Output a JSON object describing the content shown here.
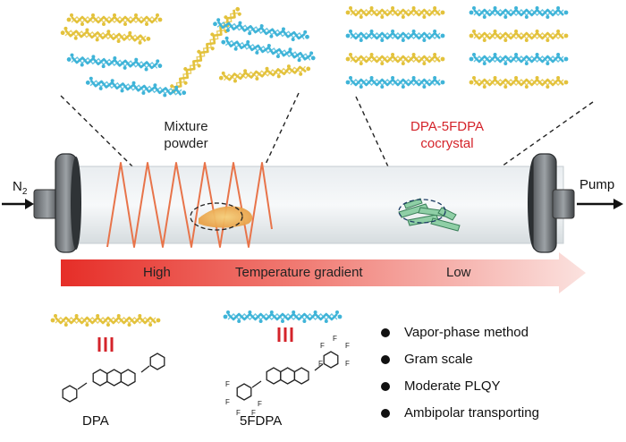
{
  "labels": {
    "mixture_line1": "Mixture",
    "mixture_line2": "powder",
    "cocrystal_line1": "DPA-5FDPA",
    "cocrystal_line2": "cocrystal",
    "n2": "N",
    "n2_sub": "2",
    "pump": "Pump",
    "high": "High",
    "gradient": "Temperature gradient",
    "low": "Low",
    "dpa": "DPA",
    "fdpa": "5FDPA",
    "f": "F"
  },
  "bullets": [
    {
      "text": "Vapor-phase method"
    },
    {
      "text": "Gram scale"
    },
    {
      "text": "Moderate PLQY"
    },
    {
      "text": "Ambipolar transporting"
    }
  ],
  "colors": {
    "dpa_molecule": "#e3c23c",
    "fdpa_molecule": "#3fb4d8",
    "coil": "#e8744a",
    "cocrystal_text": "#d4232a",
    "gradient_start": "#e62e28",
    "gradient_end": "#fbe2df",
    "tube": "#dfe4e7",
    "crystal": "#8fcfa6",
    "powder": "#f2b85a",
    "stack_marks": "#d4232a"
  }
}
